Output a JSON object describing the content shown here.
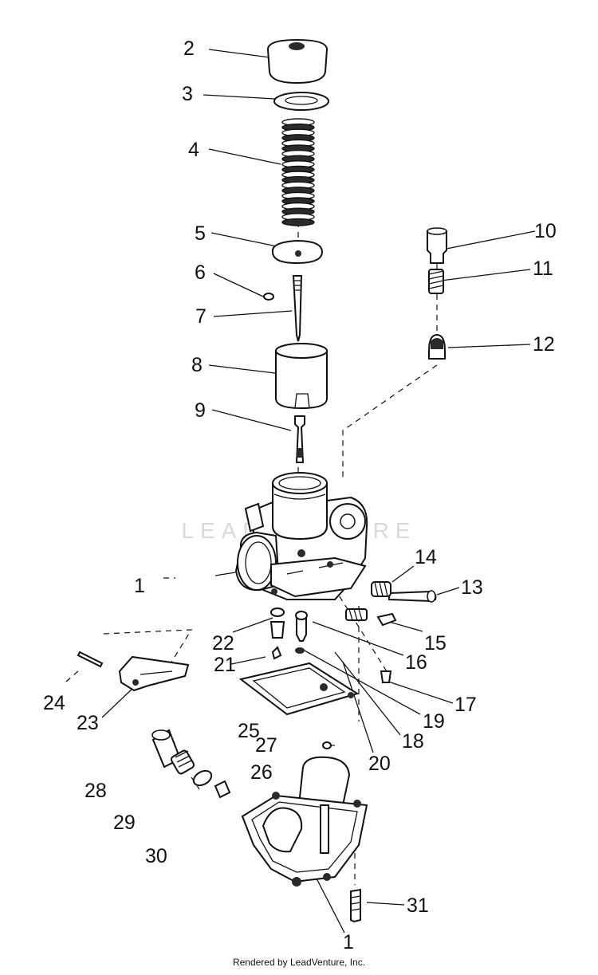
{
  "labels": {
    "n1a": "1",
    "n1b": "1",
    "n2": "2",
    "n3": "3",
    "n4": "4",
    "n5": "5",
    "n6": "6",
    "n7": "7",
    "n8": "8",
    "n9": "9",
    "n10": "10",
    "n11": "11",
    "n12": "12",
    "n13": "13",
    "n14": "14",
    "n15": "15",
    "n16": "16",
    "n17": "17",
    "n18": "18",
    "n19": "19",
    "n20": "20",
    "n21": "21",
    "n22": "22",
    "n23": "23",
    "n24": "24",
    "n25": "25",
    "n26": "26",
    "n27": "27",
    "n28": "28",
    "n29": "29",
    "n30": "30",
    "n31": "31"
  },
  "watermark": "LEADVENTURE",
  "footer": "Rendered by LeadVenture, Inc."
}
